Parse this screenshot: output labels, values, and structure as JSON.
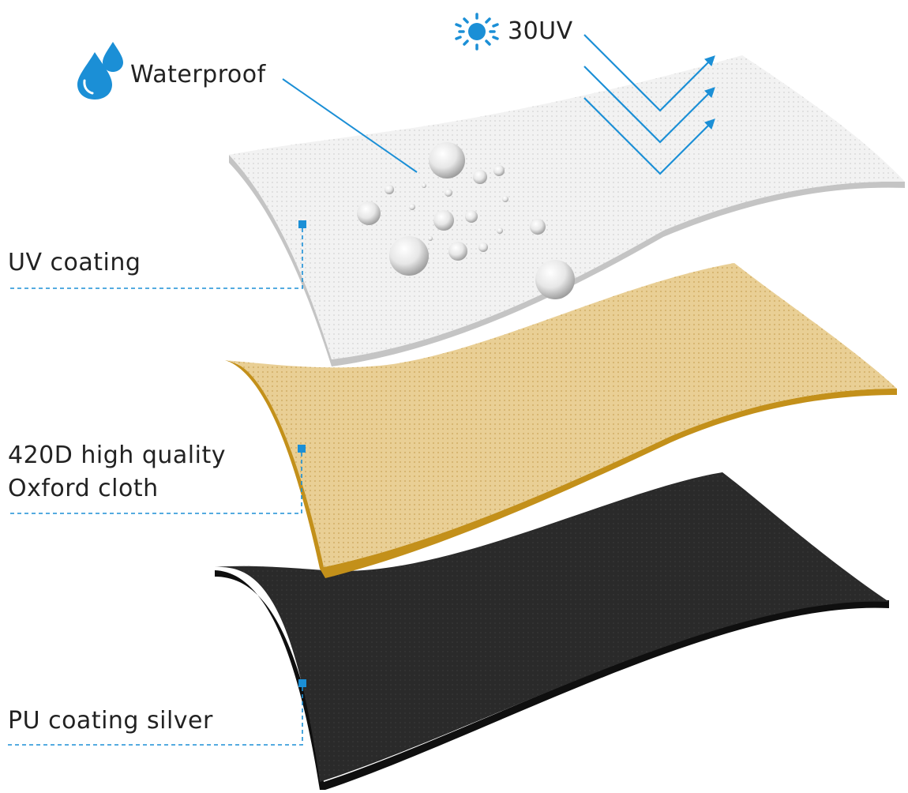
{
  "colors": {
    "accent": "#1b8fd6",
    "text": "#222222",
    "uv_layer": "#f2f2f2",
    "uv_layer_edge": "#c4c4c4",
    "oxford_layer": "#e9cf95",
    "oxford_layer_edge": "#c3901a",
    "pu_layer": "#2a2a2a",
    "pu_layer_edge": "#0f0f0f"
  },
  "icons": {
    "water": "water-drops-icon",
    "sun": "sun-icon"
  },
  "features": {
    "waterproof": "Waterproof",
    "uv_rating": "30UV"
  },
  "layers": [
    {
      "label": "UV coating"
    },
    {
      "label_line1": "420D high quality",
      "label_line2": "Oxford cloth"
    },
    {
      "label": "PU coating silver"
    }
  ]
}
